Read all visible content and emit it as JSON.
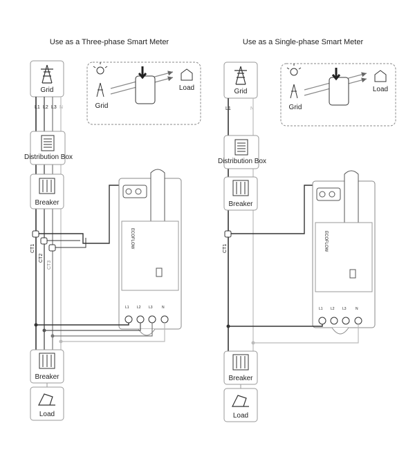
{
  "left_title": "Use as a Three-phase Smart Meter",
  "right_title": "Use as a Single-phase Smart Meter",
  "labels": {
    "grid": "Grid",
    "load": "Load",
    "distribution_box": "Distribution Box",
    "breaker": "Breaker"
  },
  "left_wires": {
    "l1": "L1",
    "l2": "L2",
    "l3": "L3",
    "n": "N"
  },
  "right_wires": {
    "l1": "L1",
    "n": "N"
  },
  "ct_labels": {
    "ct1": "CT1",
    "ct2": "CT2",
    "ct3": "CT3"
  },
  "meter_brand": "ECOFLOW",
  "meter_terminals": [
    "L1",
    "L2",
    "L3",
    "N"
  ],
  "colors": {
    "line_dark": "#333333",
    "line_mid": "#777777",
    "line_light": "#b4b4b4"
  }
}
